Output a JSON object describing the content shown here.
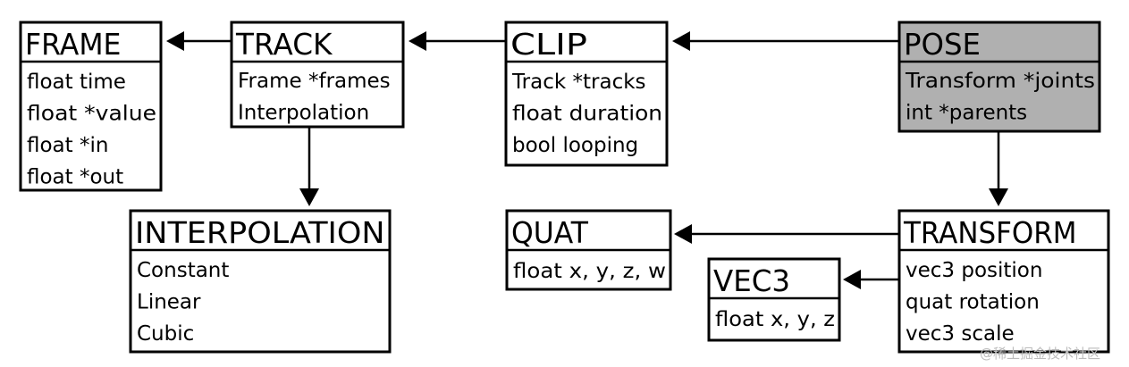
{
  "colors": {
    "shaded_box": "#b0b0b0",
    "line": "#000000",
    "watermark": "#bdbdbd"
  },
  "boxes": {
    "frame": {
      "title": "FRAME",
      "fields": [
        "float time",
        "float *value",
        "float *in",
        "float *out"
      ]
    },
    "track": {
      "title": "TRACK",
      "fields": [
        "Frame *frames",
        "Interpolation"
      ]
    },
    "clip": {
      "title": "CLIP",
      "fields": [
        "Track *tracks",
        "float duration",
        "bool looping"
      ]
    },
    "pose": {
      "title": "POSE",
      "fields": [
        "Transform *joints",
        "int *parents"
      ],
      "shaded": true
    },
    "interpolation": {
      "title": "INTERPOLATION",
      "fields": [
        "Constant",
        "Linear",
        "Cubic"
      ]
    },
    "quat": {
      "title": "QUAT",
      "fields": [
        "float x, y, z, w"
      ]
    },
    "transform": {
      "title": "TRANSFORM",
      "fields": [
        "vec3 position",
        "quat rotation",
        "vec3 scale"
      ]
    },
    "vec3": {
      "title": "VEC3",
      "fields": [
        "float x, y, z"
      ]
    }
  },
  "edges": [
    {
      "from": "track",
      "to": "frame"
    },
    {
      "from": "clip",
      "to": "track"
    },
    {
      "from": "pose",
      "to": "clip"
    },
    {
      "from": "track",
      "to": "interpolation"
    },
    {
      "from": "pose",
      "to": "transform"
    },
    {
      "from": "transform",
      "to": "quat"
    },
    {
      "from": "transform",
      "to": "vec3"
    }
  ],
  "watermark": "@稀土掘金技术社区"
}
